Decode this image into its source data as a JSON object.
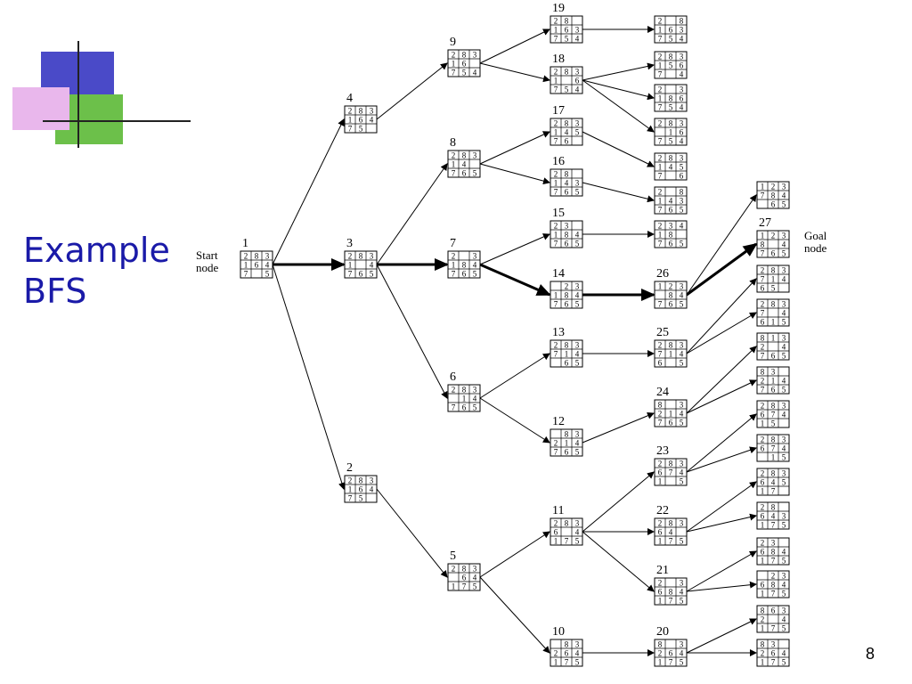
{
  "slide": {
    "title": "Example\nBFS",
    "page_number": "8"
  },
  "labels": {
    "start": [
      "Start",
      "node"
    ],
    "goal": [
      "Goal",
      "node"
    ]
  },
  "nodes": [
    {
      "id": "1",
      "board": [
        "283",
        "164",
        "7 5"
      ]
    },
    {
      "id": "2",
      "board": [
        "283",
        "164",
        "75 "
      ]
    },
    {
      "id": "3",
      "board": [
        "283",
        "1 4",
        "765"
      ]
    },
    {
      "id": "4",
      "board": [
        "283",
        "164",
        "75 "
      ]
    },
    {
      "id": "5",
      "board": [
        "283",
        " 64",
        "175"
      ]
    },
    {
      "id": "6",
      "board": [
        "283",
        " 14",
        "765"
      ]
    },
    {
      "id": "7",
      "board": [
        "2 3",
        "184",
        "765"
      ]
    },
    {
      "id": "8",
      "board": [
        "283",
        "14 ",
        "765"
      ]
    },
    {
      "id": "9",
      "board": [
        "283",
        "16 ",
        "754"
      ]
    },
    {
      "id": "10",
      "board": [
        " 83",
        "264",
        "175"
      ]
    },
    {
      "id": "11",
      "board": [
        "283",
        "6 4",
        "175"
      ]
    },
    {
      "id": "12",
      "board": [
        " 83",
        "214",
        "765"
      ]
    },
    {
      "id": "13",
      "board": [
        "283",
        "714",
        " 65"
      ]
    },
    {
      "id": "14",
      "board": [
        " 23",
        "184",
        "765"
      ]
    },
    {
      "id": "15",
      "board": [
        "23 ",
        "184",
        "765"
      ]
    },
    {
      "id": "16",
      "board": [
        "28 ",
        "143",
        "765"
      ]
    },
    {
      "id": "17",
      "board": [
        "283",
        "145",
        "76 "
      ]
    },
    {
      "id": "18",
      "board": [
        "283",
        "1 6",
        "754"
      ]
    },
    {
      "id": "19",
      "board": [
        "28 ",
        "163",
        "754"
      ]
    },
    {
      "id": "20",
      "board": [
        "8 3",
        "264",
        "175"
      ]
    },
    {
      "id": "21",
      "board": [
        "2 3",
        "684",
        "175"
      ]
    },
    {
      "id": "22",
      "board": [
        "283",
        "64 ",
        "175"
      ]
    },
    {
      "id": "23",
      "board": [
        "283",
        "674",
        "1 5"
      ]
    },
    {
      "id": "24",
      "board": [
        "8 3",
        "214",
        "765"
      ]
    },
    {
      "id": "25",
      "board": [
        "283",
        "714",
        "6 5"
      ]
    },
    {
      "id": "26",
      "board": [
        "123",
        " 84",
        "765"
      ]
    },
    {
      "id": "27",
      "board": [
        "123",
        "8 4",
        "765"
      ]
    },
    {
      "id": "",
      "board": [
        "2 8",
        "163",
        "754"
      ]
    },
    {
      "id": "",
      "board": [
        "283",
        "156",
        "7 4"
      ]
    },
    {
      "id": "",
      "board": [
        "2 3",
        "186",
        "754"
      ]
    },
    {
      "id": "",
      "board": [
        "283",
        " 16",
        "754"
      ]
    },
    {
      "id": "",
      "board": [
        "283",
        "145",
        "7 6"
      ]
    },
    {
      "id": "",
      "board": [
        "2 8",
        "143",
        "765"
      ]
    },
    {
      "id": "",
      "board": [
        "234",
        "18 ",
        "765"
      ]
    },
    {
      "id": "",
      "board": [
        "123",
        "784",
        " 65"
      ]
    },
    {
      "id": "",
      "board": [
        "283",
        "714",
        "65 "
      ]
    },
    {
      "id": "",
      "board": [
        "283",
        "7 4",
        "615"
      ]
    },
    {
      "id": "",
      "board": [
        "813",
        "2 4",
        "765"
      ]
    },
    {
      "id": "",
      "board": [
        "83 ",
        "214",
        "765"
      ]
    },
    {
      "id": "",
      "board": [
        "283",
        "674",
        "15 "
      ]
    },
    {
      "id": "",
      "board": [
        "283",
        "674",
        " 15"
      ]
    },
    {
      "id": "",
      "board": [
        "283",
        "645",
        "17 "
      ]
    },
    {
      "id": "",
      "board": [
        "28 ",
        "643",
        "175"
      ]
    },
    {
      "id": "",
      "board": [
        "23 ",
        "684",
        "175"
      ]
    },
    {
      "id": "",
      "board": [
        " 23",
        "684",
        "175"
      ]
    },
    {
      "id": "",
      "board": [
        "863",
        "2 4",
        "175"
      ]
    },
    {
      "id": "",
      "board": [
        "83 ",
        "264",
        "175"
      ]
    }
  ],
  "edges": [
    {
      "from": 0,
      "to": 1
    },
    {
      "from": 0,
      "to": 2,
      "bold": true
    },
    {
      "from": 0,
      "to": 3
    },
    {
      "from": 1,
      "to": 4
    },
    {
      "from": 2,
      "to": 5
    },
    {
      "from": 2,
      "to": 6,
      "bold": true
    },
    {
      "from": 2,
      "to": 7
    },
    {
      "from": 3,
      "to": 8
    },
    {
      "from": 4,
      "to": 9
    },
    {
      "from": 4,
      "to": 10
    },
    {
      "from": 5,
      "to": 11
    },
    {
      "from": 5,
      "to": 12
    },
    {
      "from": 6,
      "to": 13,
      "bold": true
    },
    {
      "from": 6,
      "to": 14
    },
    {
      "from": 7,
      "to": 15
    },
    {
      "from": 7,
      "to": 16
    },
    {
      "from": 8,
      "to": 17
    },
    {
      "from": 8,
      "to": 18
    },
    {
      "from": 9,
      "to": 19
    },
    {
      "from": 10,
      "to": 20
    },
    {
      "from": 10,
      "to": 21
    },
    {
      "from": 10,
      "to": 22
    },
    {
      "from": 11,
      "to": 23
    },
    {
      "from": 12,
      "to": 24
    },
    {
      "from": 13,
      "to": 25,
      "bold": true
    },
    {
      "from": 14,
      "to": 33
    },
    {
      "from": 15,
      "to": 32
    },
    {
      "from": 16,
      "to": 31
    },
    {
      "from": 17,
      "to": 30
    },
    {
      "from": 17,
      "to": 28
    },
    {
      "from": 17,
      "to": 29
    },
    {
      "from": 18,
      "to": 27
    },
    {
      "from": 19,
      "to": 46
    },
    {
      "from": 19,
      "to": 45
    },
    {
      "from": 20,
      "to": 44
    },
    {
      "from": 20,
      "to": 43
    },
    {
      "from": 21,
      "to": 42
    },
    {
      "from": 21,
      "to": 41
    },
    {
      "from": 22,
      "to": 40
    },
    {
      "from": 22,
      "to": 39
    },
    {
      "from": 23,
      "to": 38
    },
    {
      "from": 23,
      "to": 37
    },
    {
      "from": 24,
      "to": 36
    },
    {
      "from": 24,
      "to": 35
    },
    {
      "from": 25,
      "to": 34
    },
    {
      "from": 25,
      "to": 26,
      "bold": true
    }
  ]
}
